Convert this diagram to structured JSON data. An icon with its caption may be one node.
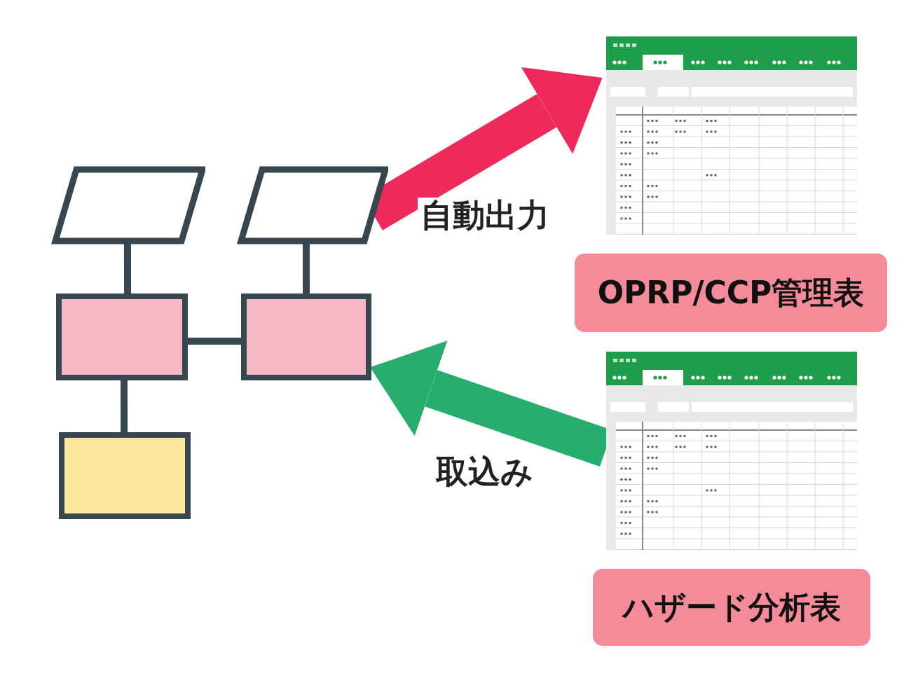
{
  "diagram": {
    "nodes": [
      {
        "text": [],
        "shape": "parallelogram"
      },
      {
        "text": [],
        "shape": "parallelogram"
      },
      {
        "text": [],
        "shape": "box"
      },
      {
        "text": [],
        "shape": "box"
      },
      {
        "text": [],
        "shape": "box"
      },
      {
        "text": [],
        "shape": "picture"
      },
      {
        "text": [
          "OPRP/CCP管理表"
        ]
      },
      {
        "text": [],
        "shape": "picture"
      },
      {
        "text": [
          "ハザード分析表"
        ]
      }
    ],
    "edges": [
      {
        "from": 0,
        "to": 2,
        "arrow": "none"
      },
      {
        "from": 1,
        "to": 3,
        "arrow": "none"
      },
      {
        "from": 2,
        "to": 3,
        "arrow": "none"
      },
      {
        "from": 2,
        "to": 4,
        "arrow": "none"
      },
      {
        "from": 1,
        "to": 5,
        "arrow": "to",
        "label": "自動出力",
        "style": "thick",
        "color": "#ee2a5a"
      },
      {
        "from": 7,
        "to": 3,
        "arrow": "to",
        "label": "取込み",
        "style": "thick",
        "color": "#27ae6e"
      }
    ]
  }
}
